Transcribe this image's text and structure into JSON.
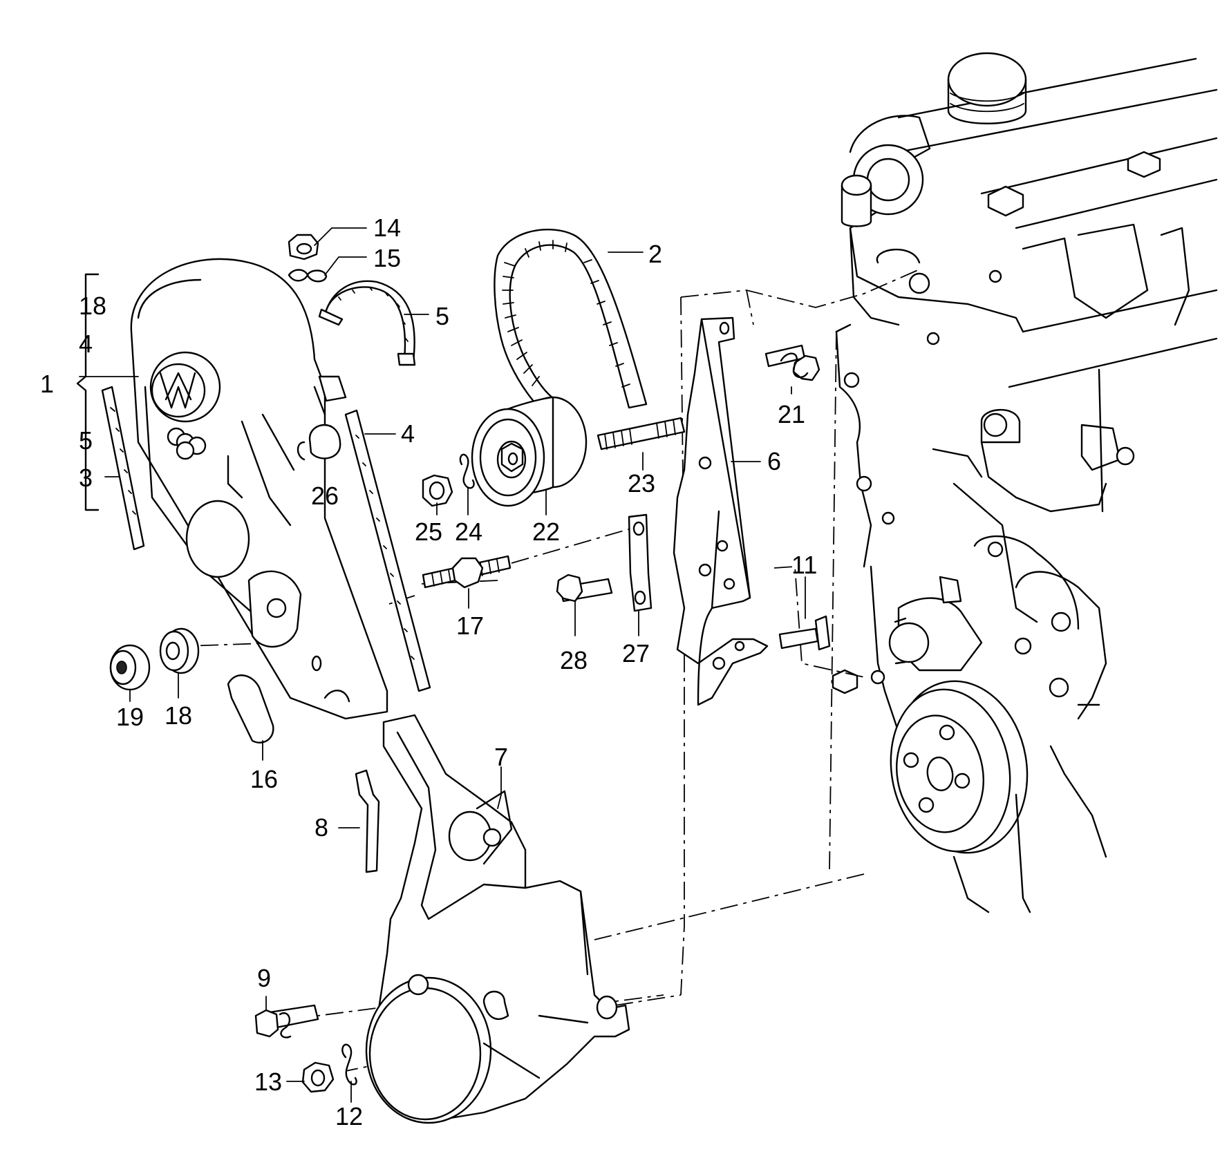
{
  "callouts": [
    {
      "id": "c1",
      "text": "1"
    },
    {
      "id": "c2",
      "text": "2"
    },
    {
      "id": "c3",
      "text": "3"
    },
    {
      "id": "c4a",
      "text": "4"
    },
    {
      "id": "c4b",
      "text": "4"
    },
    {
      "id": "c5a",
      "text": "5"
    },
    {
      "id": "c5b",
      "text": "5"
    },
    {
      "id": "c6",
      "text": "6"
    },
    {
      "id": "c7",
      "text": "7"
    },
    {
      "id": "c8",
      "text": "8"
    },
    {
      "id": "c9",
      "text": "9"
    },
    {
      "id": "c11",
      "text": "11"
    },
    {
      "id": "c12",
      "text": "12"
    },
    {
      "id": "c13",
      "text": "13"
    },
    {
      "id": "c14",
      "text": "14"
    },
    {
      "id": "c15",
      "text": "15"
    },
    {
      "id": "c16",
      "text": "16"
    },
    {
      "id": "c17",
      "text": "17"
    },
    {
      "id": "c18a",
      "text": "18"
    },
    {
      "id": "c18b",
      "text": "18"
    },
    {
      "id": "c19",
      "text": "19"
    },
    {
      "id": "c21",
      "text": "21"
    },
    {
      "id": "c22",
      "text": "22"
    },
    {
      "id": "c23",
      "text": "23"
    },
    {
      "id": "c24",
      "text": "24"
    },
    {
      "id": "c25",
      "text": "25"
    },
    {
      "id": "c26",
      "text": "26"
    },
    {
      "id": "c27",
      "text": "27"
    },
    {
      "id": "c28",
      "text": "28"
    }
  ],
  "colors": {
    "line": "#000000",
    "background": "#ffffff"
  }
}
